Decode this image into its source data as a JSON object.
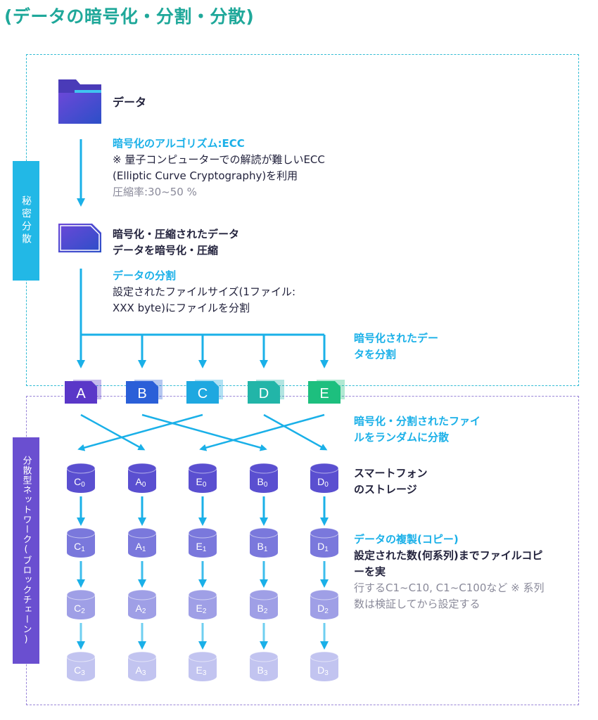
{
  "title": "(データの暗号化・分割・分散)",
  "side_labels": {
    "secret": "秘密分散",
    "network": "分散型ネットワーク(ブロックチェーン)"
  },
  "data_label": "データ",
  "encryption": {
    "heading": "暗号化のアルゴリズム:ECC",
    "line1": "※ 量子コンピューターでの解読が難しいECC",
    "line2": "(Elliptic Curve Cryptography)を利用",
    "line3": "圧縮率:30~50 %"
  },
  "encrypted": {
    "line1": "暗号化・圧縮されたデータ",
    "line2": "データを暗号化・圧縮"
  },
  "split": {
    "heading": "データの分割",
    "line1": "設定されたファイルサイズ(1ファイル:",
    "line2": "XXX byte)にファイルを分割"
  },
  "split_note": {
    "line1": "暗号化されたデー",
    "line2": "タを分割"
  },
  "files": [
    {
      "label": "A",
      "color": "#5a37c8"
    },
    {
      "label": "B",
      "color": "#2a5fd8"
    },
    {
      "label": "C",
      "color": "#1ea8e0"
    },
    {
      "label": "D",
      "color": "#22b5a8"
    },
    {
      "label": "E",
      "color": "#1dbf7e"
    }
  ],
  "scatter_note": {
    "line1": "暗号化・分割されたファイ",
    "line2": "ルをランダムに分散"
  },
  "storage_note": {
    "line1": "スマートフォン",
    "line2": "のストレージ"
  },
  "replica_note": {
    "heading": "データの複製(コピー)",
    "line1": "設定された数(何系列)までファイルコピ",
    "line2": "ーを実",
    "line3": "行するC1~C10, C1~C100など ※ 系列",
    "line4": "数は検証してから設定する"
  },
  "storage_rows": [
    [
      {
        "letter": "C",
        "sub": "0"
      },
      {
        "letter": "A",
        "sub": "0"
      },
      {
        "letter": "E",
        "sub": "0"
      },
      {
        "letter": "B",
        "sub": "0"
      },
      {
        "letter": "D",
        "sub": "0"
      }
    ],
    [
      {
        "letter": "C",
        "sub": "1"
      },
      {
        "letter": "A",
        "sub": "1"
      },
      {
        "letter": "E",
        "sub": "1"
      },
      {
        "letter": "B",
        "sub": "1"
      },
      {
        "letter": "D",
        "sub": "1"
      }
    ],
    [
      {
        "letter": "C",
        "sub": "2"
      },
      {
        "letter": "A",
        "sub": "2"
      },
      {
        "letter": "E",
        "sub": "2"
      },
      {
        "letter": "B",
        "sub": "2"
      },
      {
        "letter": "D",
        "sub": "2"
      }
    ],
    [
      {
        "letter": "C",
        "sub": "3"
      },
      {
        "letter": "A",
        "sub": "3"
      },
      {
        "letter": "E",
        "sub": "3"
      },
      {
        "letter": "B",
        "sub": "3"
      },
      {
        "letter": "D",
        "sub": "3"
      }
    ]
  ],
  "colors": {
    "title": "#1fa89a",
    "arrow": "#1ab0e8",
    "cyan_text": "#1ab0e8",
    "row_tops": [
      "#5a4fd0",
      "#7a78dc",
      "#9f9fe6",
      "#c2c4f0"
    ]
  }
}
